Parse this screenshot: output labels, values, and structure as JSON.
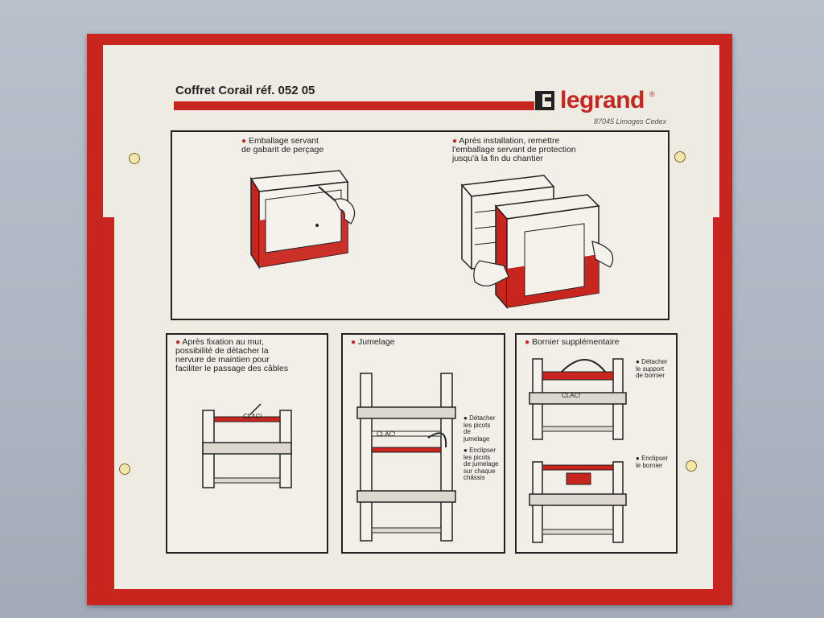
{
  "header": {
    "title": "Coffret Corail réf. 052 05",
    "brand": "legrand",
    "brand_mark": "®",
    "address": "87045 Limoges Cedex"
  },
  "top_panel": {
    "left_note": [
      "Emballage servant",
      "de gabarit de perçage"
    ],
    "right_note": [
      "Après installation, remettre",
      "l'emballage servant de protection",
      "jusqu'à la fin du chantier"
    ]
  },
  "panel_a": {
    "note": [
      "Après fixation au mur,",
      "possibilité de détacher la",
      "nervure de maintien pour",
      "faciliter le passage des câbles"
    ],
    "clac": "CLAC!"
  },
  "panel_b": {
    "title": "Jumelage",
    "note1": [
      "Détacher",
      "les picots",
      "de",
      "jumelage"
    ],
    "note2": [
      "Enclipser",
      "les picots",
      "de jumelage",
      "sur chaque",
      "châssis"
    ],
    "clac": "CLAC!"
  },
  "panel_c": {
    "title": "Bornier supplémentaire",
    "note1": [
      "Détacher",
      "le support",
      "de bornier"
    ],
    "note2": [
      "Enclipser",
      "le bornier"
    ],
    "clac": "CLAC!"
  },
  "colors": {
    "brand_red": "#c8251f",
    "card": "#eeebe3",
    "ink": "#222222",
    "background": "#aeb5c2"
  }
}
